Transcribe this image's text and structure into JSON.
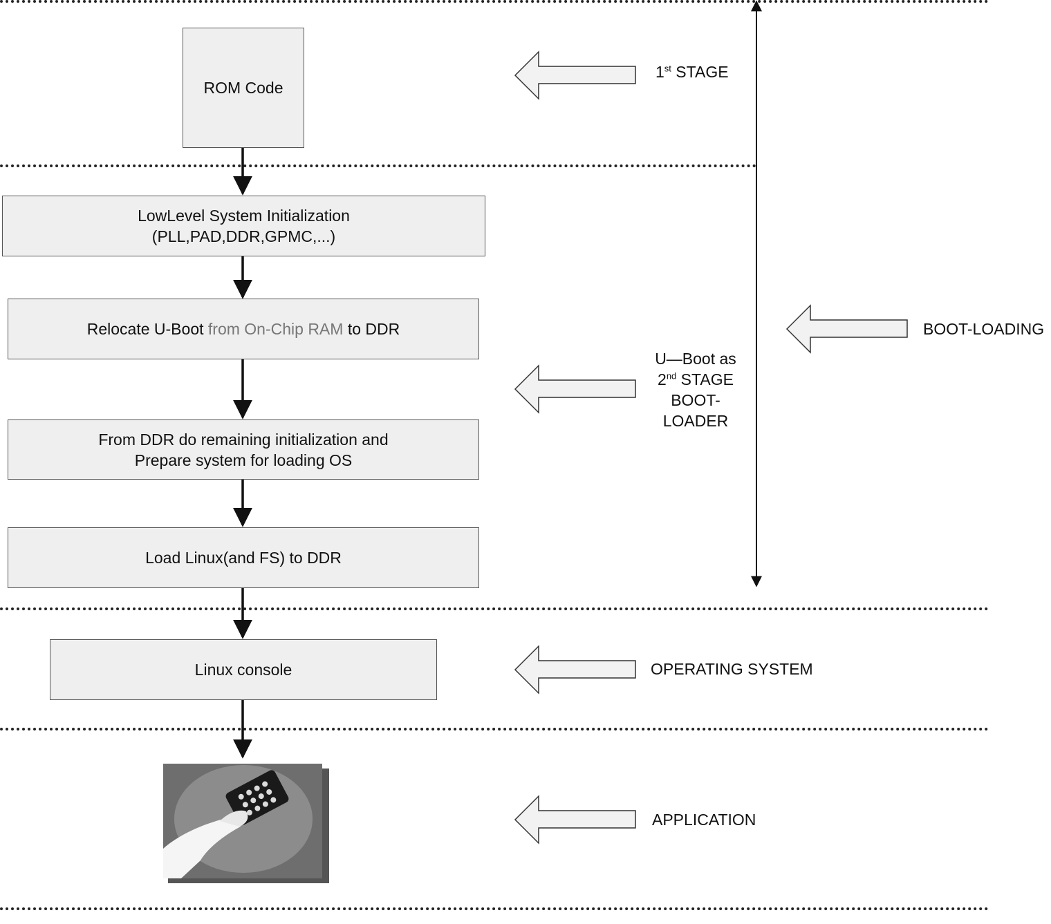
{
  "boxes": {
    "rom_code": "ROM Code",
    "lowlevel_line1": "LowLevel System Initialization",
    "lowlevel_line2": "(PLL,PAD,DDR,GPMC,...)",
    "relocate_pre": "Relocate U-Boot ",
    "relocate_mid": "from On-Chip RAM",
    "relocate_post": " to DDR",
    "remaining_line1": "From DDR do remaining initialization and",
    "remaining_line2": "Prepare system for loading OS",
    "load_linux": "Load Linux(and FS) to DDR",
    "linux_console": "Linux console"
  },
  "labels": {
    "stage1_num": "1",
    "stage1_sup": "st",
    "stage1_text": " STAGE",
    "uboot_line1": "U—Boot as",
    "uboot_line2_num": "2",
    "uboot_line2_sup": "nd",
    "uboot_line2_text": " STAGE",
    "uboot_line3": "BOOT-",
    "uboot_line4": "LOADER",
    "boot_loading": "BOOT-LOADING",
    "operating_system": "OPERATING SYSTEM",
    "application": "APPLICATION"
  },
  "colors": {
    "box_fill": "#efefef",
    "box_border": "#555555",
    "block_arrow_fill": "#f2f2f2",
    "line": "#111111"
  },
  "icons": {
    "application_image": "hand-holding-phone-icon"
  }
}
